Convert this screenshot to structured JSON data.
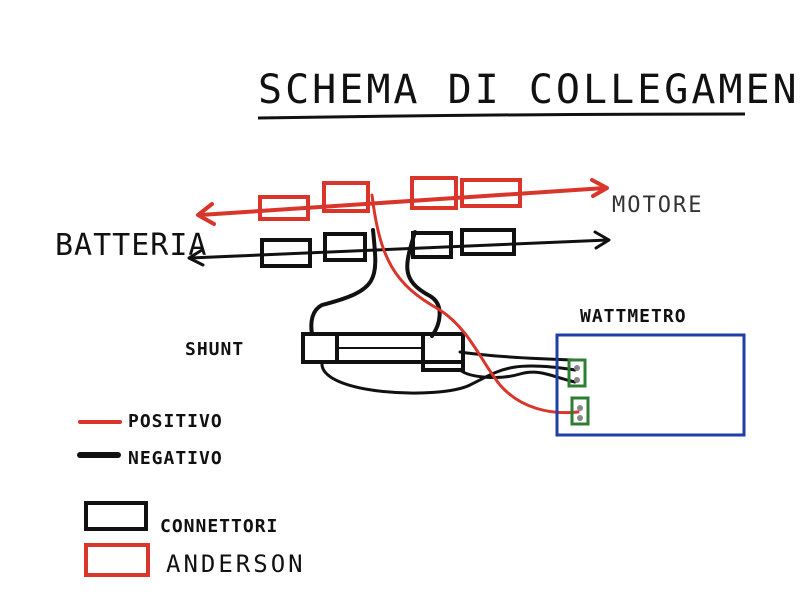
{
  "title": "SCHEMA DI COLLEGAMENTO",
  "labels": {
    "battery": "BATTERIA",
    "motor": "MOTORE",
    "shunt": "SHUNT",
    "wattmeter": "WATTMETRO"
  },
  "legend": {
    "positive": "POSITIVO",
    "negative": "NEGATIVO",
    "connectors_line1": "CONNETTORI",
    "connectors_line2": "ANDERSON"
  },
  "colors": {
    "positive": "#d9352b",
    "negative": "#111111",
    "wattmeter_border": "#1f3fa8",
    "terminal": "#2e7d32"
  }
}
